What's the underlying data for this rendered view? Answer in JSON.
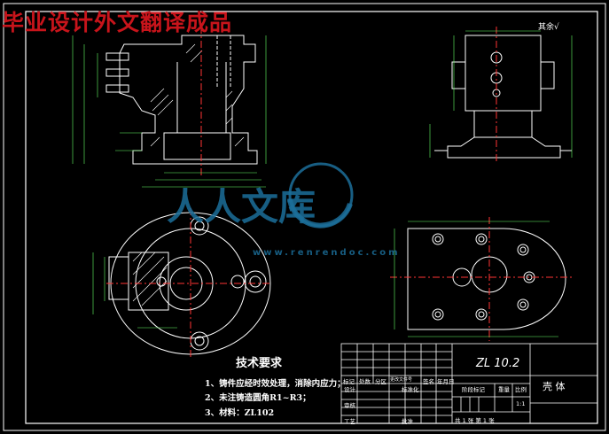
{
  "banner": "毕业设计外文翻译成品",
  "roughness_note": "其余√",
  "tech_requirements": {
    "title": "技术要求",
    "items": [
      "1、铸件应经时效处理，消除内应力；",
      "2、未注铸造圆角R1~R3；",
      "3、材料：ZL102"
    ]
  },
  "watermark": {
    "chars": "人人文库",
    "url": "www.renrendoc.com"
  },
  "title_block": {
    "drawing_number": "ZL 10.2",
    "part_name": "壳  体",
    "headers": [
      "标记",
      "处数",
      "分区",
      "更改文件号",
      "签名",
      "年月日"
    ],
    "rows": [
      "设计",
      "审核",
      "工艺"
    ],
    "std_label": "标准化",
    "approve_label": "批准",
    "stage_label": "阶段标记",
    "weight_label": "重量",
    "scale_label": "比例",
    "scale_value": "1:1",
    "sheet_text": "共 1 张 第 1 张"
  }
}
